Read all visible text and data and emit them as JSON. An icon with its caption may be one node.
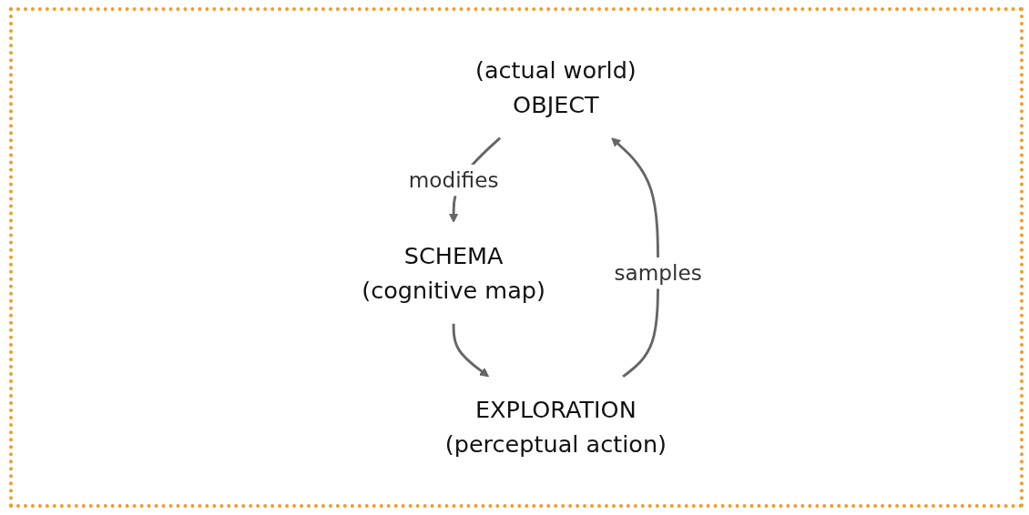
{
  "diagram": {
    "nodes": [
      {
        "text": [
          "(actual world)",
          "OBJECT"
        ]
      },
      {
        "text": [
          "SCHEMA",
          "(cognitive map)"
        ]
      },
      {
        "text": [
          "EXPLORATION",
          "(perceptual action)"
        ]
      }
    ],
    "edges": [
      {
        "from": 0,
        "to": 1,
        "arrow": "to",
        "label": "modifies"
      },
      {
        "from": 1,
        "to": 2,
        "arrow": "to"
      },
      {
        "from": 2,
        "to": 0,
        "arrow": "to",
        "label": "samples"
      }
    ]
  }
}
